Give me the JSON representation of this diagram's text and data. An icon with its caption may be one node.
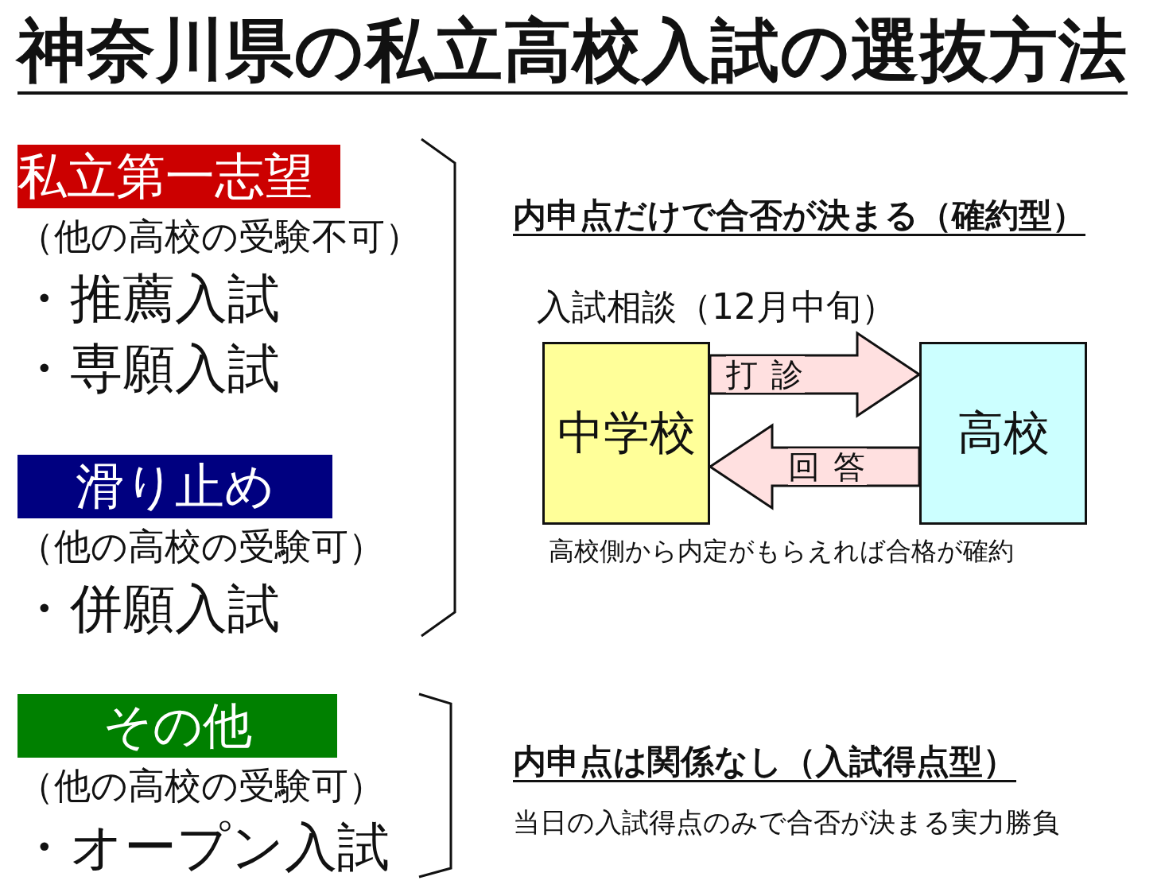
{
  "diagram": {
    "title": "神奈川県の私立高校入試の選抜方法",
    "nodes": [
      {
        "text": [
          "私立第一志望"
        ]
      },
      {
        "text": [
          "滑り止め"
        ]
      },
      {
        "text": [
          "その他"
        ]
      },
      {
        "text": [
          "中学校"
        ]
      },
      {
        "text": [
          "高校"
        ]
      }
    ],
    "edges": [
      {
        "from": 3,
        "to": 4,
        "arrow": "to",
        "label": "打 診"
      },
      {
        "from": 4,
        "to": 3,
        "arrow": "to",
        "label": "回 答"
      }
    ],
    "labels": [
      "（他の高校の受験不可）",
      "・推薦入試",
      "・専願入試",
      "（他の高校の受験可）",
      "・併願入試",
      "（他の高校の受験可）",
      "・オープン入試",
      "内申点だけで合否が決まる（確約型）",
      "入試相談（12月中旬）",
      "高校側から内定がもらえれば合格が確約",
      "内申点は関係なし（入試得点型）",
      "当日の入試得点のみで合否が決まる実力勝負"
    ]
  }
}
